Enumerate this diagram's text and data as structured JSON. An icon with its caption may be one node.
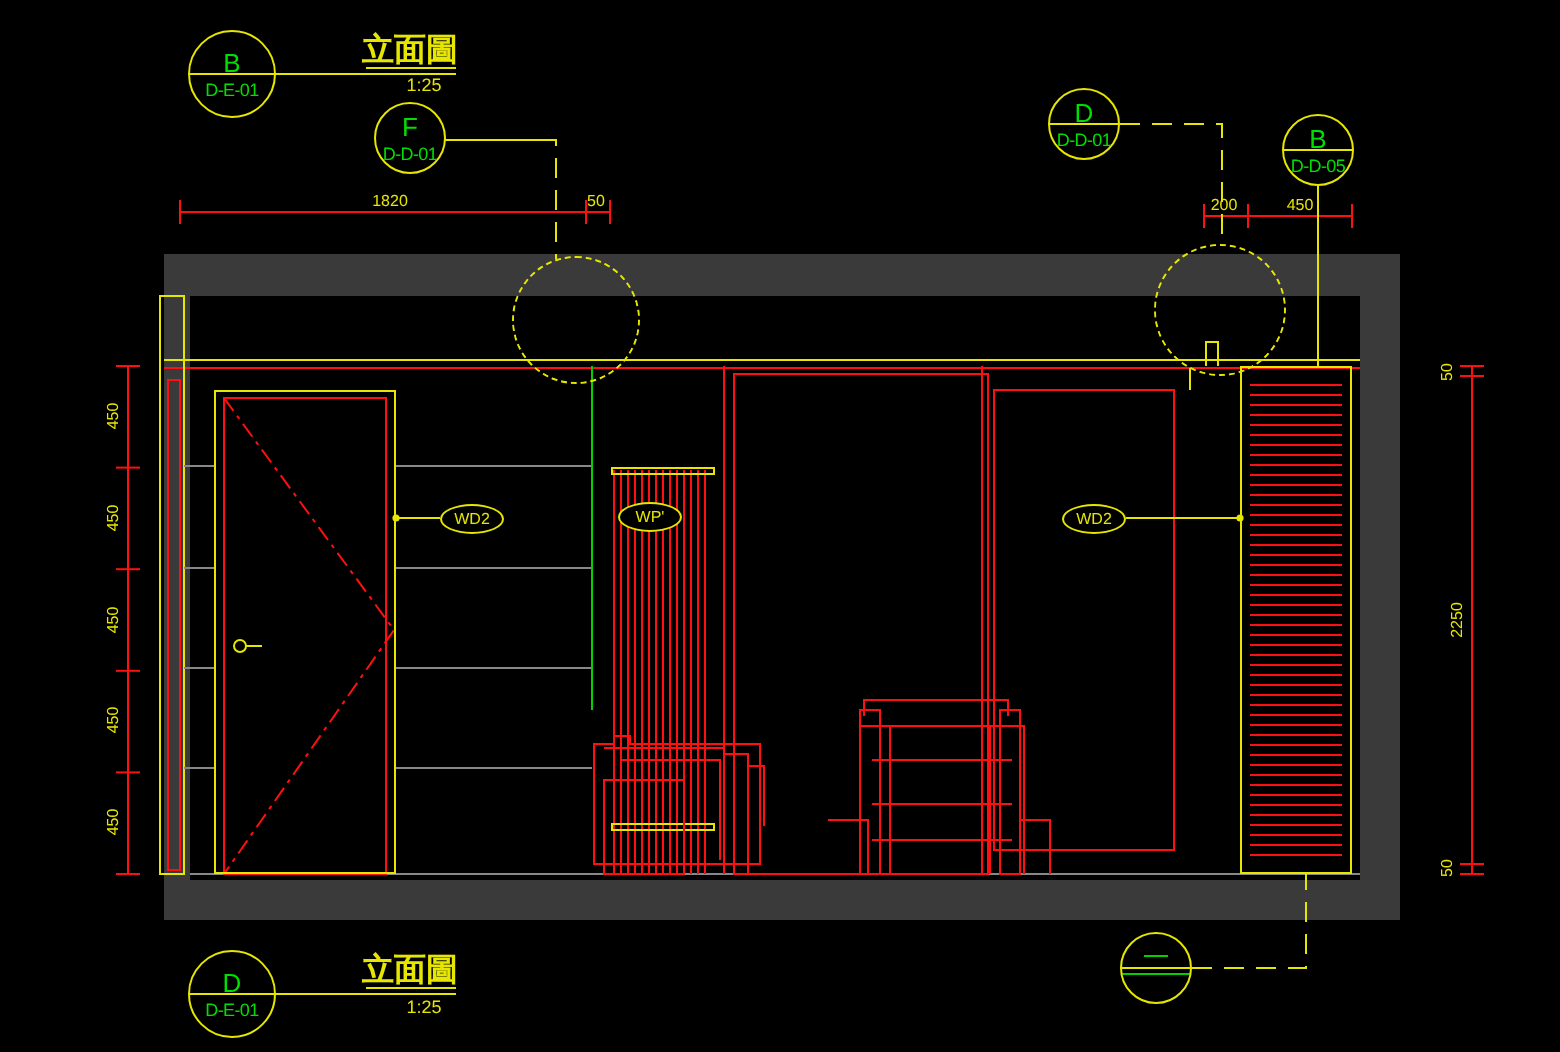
{
  "diagram": {
    "nodes": [
      {
        "text": [
          "B",
          "D-E-01"
        ]
      },
      {
        "text": [
          "F",
          "D-D-01"
        ]
      },
      {
        "text": [
          "D",
          "D-D-01"
        ]
      },
      {
        "text": [
          "B",
          "D-D-05"
        ]
      },
      {
        "text": [
          "D",
          "D-E-01"
        ]
      },
      {
        "text": [],
        "shape": "circle"
      },
      {
        "text": [],
        "shape": "circle"
      },
      {
        "text": [],
        "shape": "circle"
      },
      {
        "text": [],
        "shape": "box"
      },
      {
        "text": [],
        "shape": "box"
      },
      {
        "text": [
          "WD2"
        ]
      },
      {
        "text": [
          "WP'"
        ]
      },
      {
        "text": [
          "WD2"
        ]
      }
    ],
    "edges": [
      {
        "from": 1,
        "to": 6,
        "arrow": "none",
        "style": "dashed"
      },
      {
        "from": 2,
        "to": 7,
        "arrow": "none",
        "style": "dashed"
      },
      {
        "from": 3,
        "to": 9,
        "arrow": "none"
      },
      {
        "from": 5,
        "to": 9,
        "arrow": "none",
        "style": "dashed"
      },
      {
        "from": 10,
        "to": 8,
        "arrow": "other"
      },
      {
        "from": 12,
        "to": 9,
        "arrow": "other"
      }
    ],
    "labels": [
      "立面圖",
      "1:25",
      "1820",
      "50",
      "200",
      "450",
      "450",
      "450",
      "450",
      "450",
      "450",
      "2250",
      "50",
      "50",
      "立面圖",
      "1:25"
    ]
  }
}
